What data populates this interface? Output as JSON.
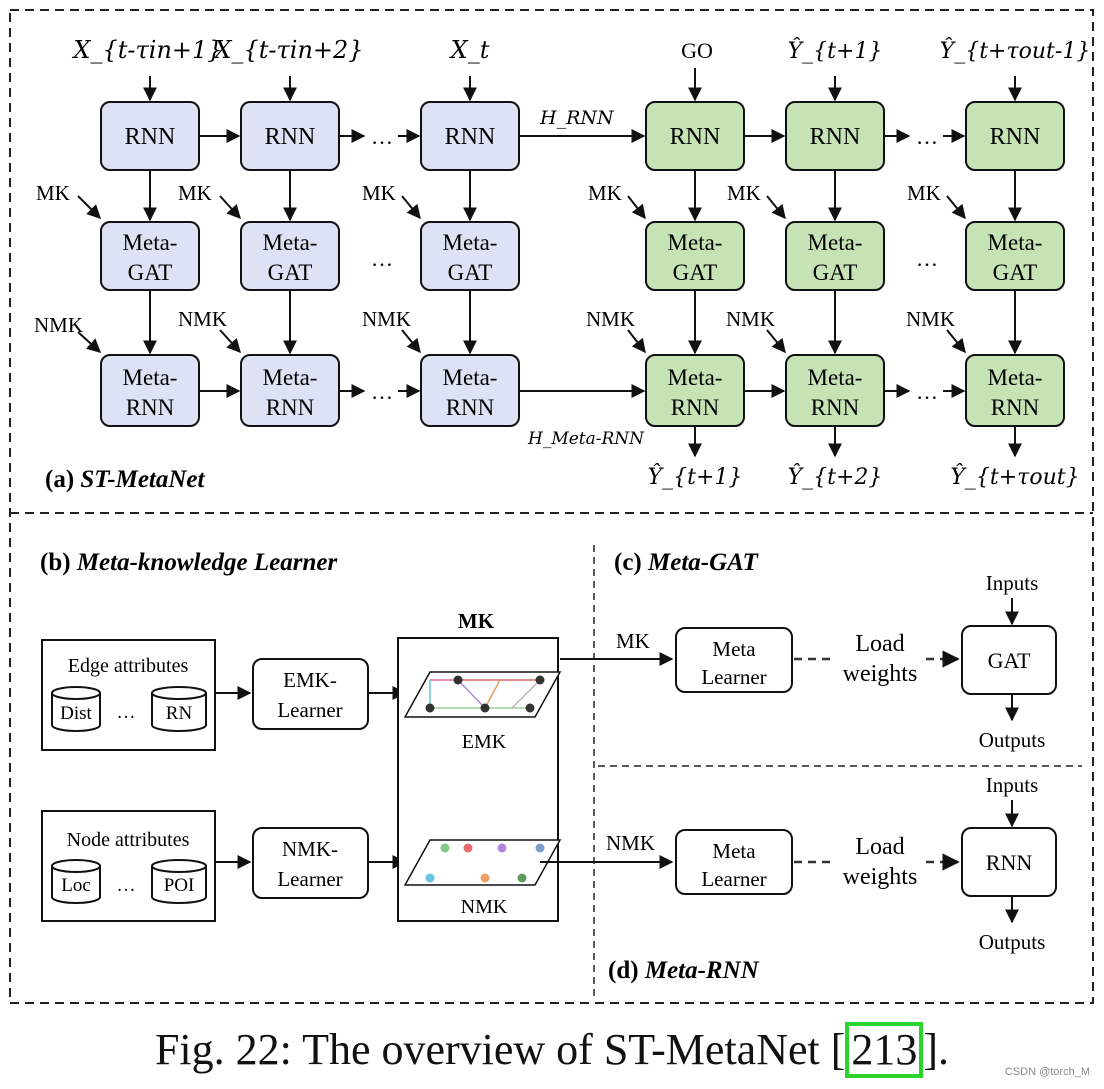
{
  "stmeta": {
    "enc_inputs": [
      "X_{t-τin+1}",
      "X_{t-τin+2}",
      "X_t"
    ],
    "dec_inputs": [
      "GO",
      "Ŷ_{t+1}",
      "Ŷ_{t+τout-1}"
    ],
    "rnn": "RNN",
    "metagat": [
      "Meta-",
      "GAT"
    ],
    "metarnn": [
      "Meta-",
      "RNN"
    ],
    "mk": "MK",
    "nmk": "NMK",
    "ellipsis": "…",
    "h_rnn": "H_RNN",
    "h_meta": "H_Meta-RNN",
    "dec_outputs": [
      "Ŷ_{t+1}",
      "Ŷ_{t+2}",
      "Ŷ_{t+τout}"
    ],
    "title_prefix": "(a) ",
    "title_name": "ST-MetaNet"
  },
  "mkl": {
    "title_prefix": "(b) ",
    "title_name": "Meta-knowledge Learner",
    "edge_attr": "Edge attributes",
    "edge_items": [
      "Dist",
      "…",
      "RN"
    ],
    "node_attr": "Node attributes",
    "node_items": [
      "Loc",
      "…",
      "POI"
    ],
    "emk_learner": [
      "EMK-",
      "Learner"
    ],
    "nmk_learner": [
      "NMK-",
      "Learner"
    ],
    "mk_header": "MK",
    "emk": "EMK",
    "nmk": "NMK"
  },
  "metagat": {
    "title_prefix": "(c) ",
    "title_name": "Meta-GAT",
    "input_label": "MK",
    "meta_learner": [
      "Meta",
      "Learner"
    ],
    "load": [
      "Load",
      "weights"
    ],
    "target": "GAT",
    "inputs": "Inputs",
    "outputs": "Outputs"
  },
  "metarnn": {
    "title_prefix": "(d) ",
    "title_name": "Meta-RNN",
    "input_label": "NMK",
    "meta_learner": [
      "Meta",
      "Learner"
    ],
    "load": [
      "Load",
      "weights"
    ],
    "target": "RNN",
    "inputs": "Inputs",
    "outputs": "Outputs"
  },
  "caption": {
    "text": "Fig. 22: The overview of ST-MetaNet [",
    "ref": "213",
    "end": "]."
  },
  "watermark": "CSDN @torch_M",
  "colors": {
    "encoder_fill": "#dde3f4",
    "decoder_fill": "#c6e3b5",
    "glow_blue": "#a9c8ec",
    "glow_green": "#c9e4b4"
  }
}
